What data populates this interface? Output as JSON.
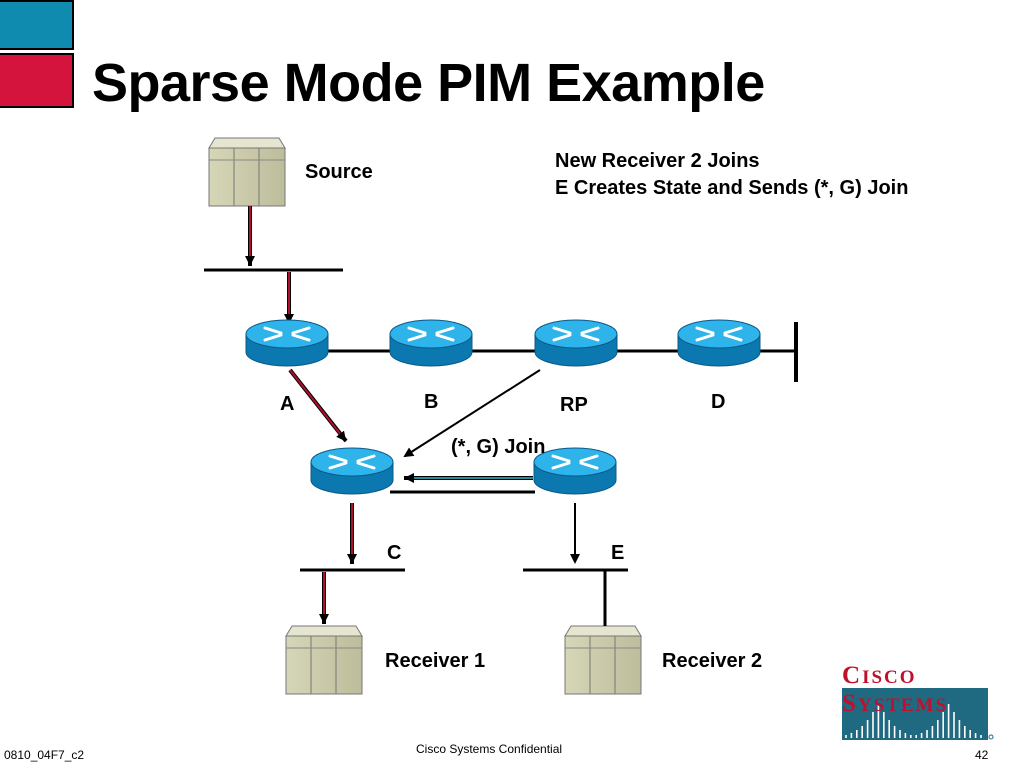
{
  "slide": {
    "title": "Sparse Mode PIM Example",
    "colors": {
      "accent_blue": "#0f8bb0",
      "accent_red": "#d4143c",
      "router": "#1a9fdc",
      "arrow_red": "#b01030",
      "arrow_teal": "#2a8a9a"
    }
  },
  "labels": {
    "source": "Source",
    "receiver1": "Receiver 1",
    "receiver2": "Receiver 2",
    "router_a": "A",
    "router_b": "B",
    "router_rp": "RP",
    "router_d": "D",
    "router_c": "C",
    "router_e": "E",
    "join": "(*, G) Join"
  },
  "note": {
    "line1": "New Receiver 2 Joins",
    "line2": "E Creates State and Sends (*, G) Join"
  },
  "footer": {
    "left": "0810_04F7_c2",
    "center": "Cisco Systems Confidential",
    "page": "42"
  },
  "logo": {
    "name": "Cisco Systems",
    "icon": "cisco-bridge-logo"
  }
}
